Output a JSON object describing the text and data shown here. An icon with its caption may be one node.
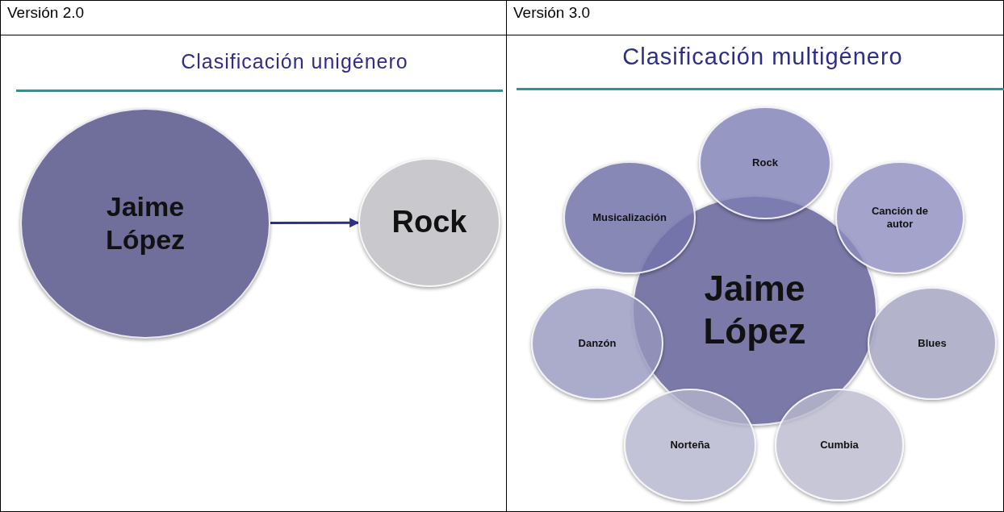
{
  "diagram": {
    "nodes": [
      {
        "text": [
          "Jaime López"
        ]
      },
      {
        "text": [
          "Rock"
        ]
      },
      {
        "text": [
          "Jaime López"
        ]
      },
      {
        "text": [
          "Rock"
        ]
      },
      {
        "text": [
          "Canción de autor"
        ]
      },
      {
        "text": [
          "Blues"
        ]
      },
      {
        "text": [
          "Cumbia"
        ]
      },
      {
        "text": [
          "Norteña"
        ]
      },
      {
        "text": [
          "Danzón"
        ]
      },
      {
        "text": [
          "Musicalización"
        ]
      }
    ],
    "edges": [
      {
        "from": 0,
        "to": 1,
        "arrow": "to"
      }
    ],
    "labels": [
      "Versión 2.0",
      "Versión 3.0",
      "Clasificación unigénero",
      "Clasificación multigénero"
    ]
  }
}
